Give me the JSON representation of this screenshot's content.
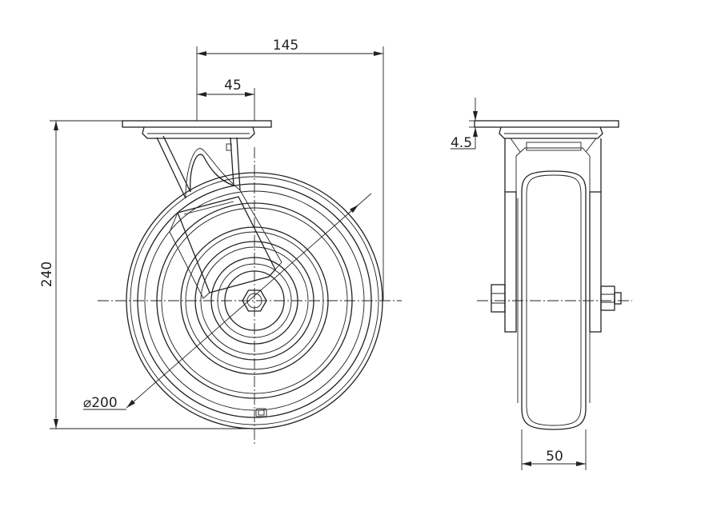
{
  "front_view": {
    "width_dim": "145",
    "offset_dim": "45",
    "height_dim": "240",
    "diameter_dim": "⌀200"
  },
  "side_view": {
    "plate_thickness_dim": "4.5",
    "wheel_width_dim": "50"
  },
  "colors": {
    "line": "#222222",
    "background": "#ffffff"
  }
}
